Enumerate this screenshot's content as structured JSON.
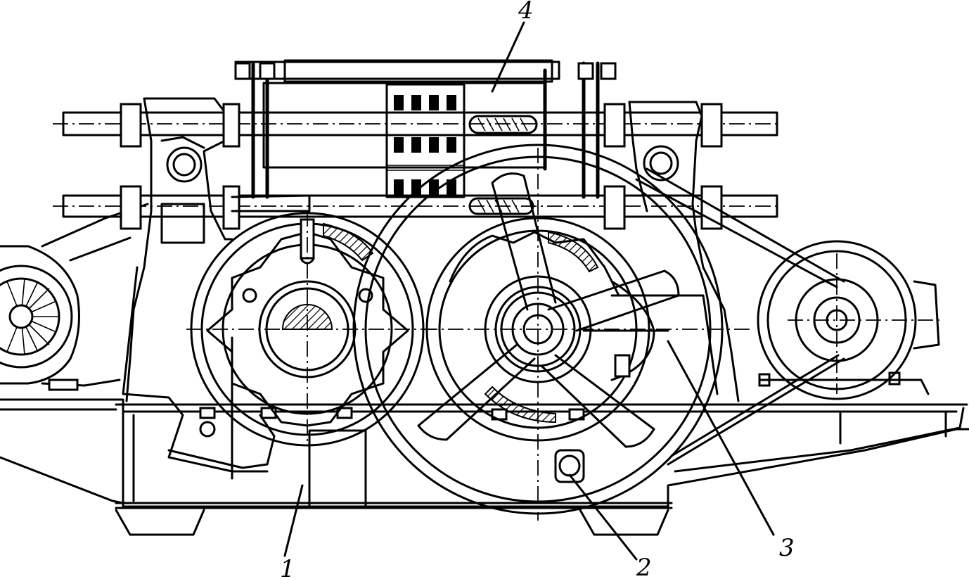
{
  "callouts": {
    "label_1": "1",
    "label_2": "2",
    "label_3": "3",
    "label_4": "4"
  },
  "colors": {
    "ink": "#000000",
    "paper": "#ffffff"
  }
}
